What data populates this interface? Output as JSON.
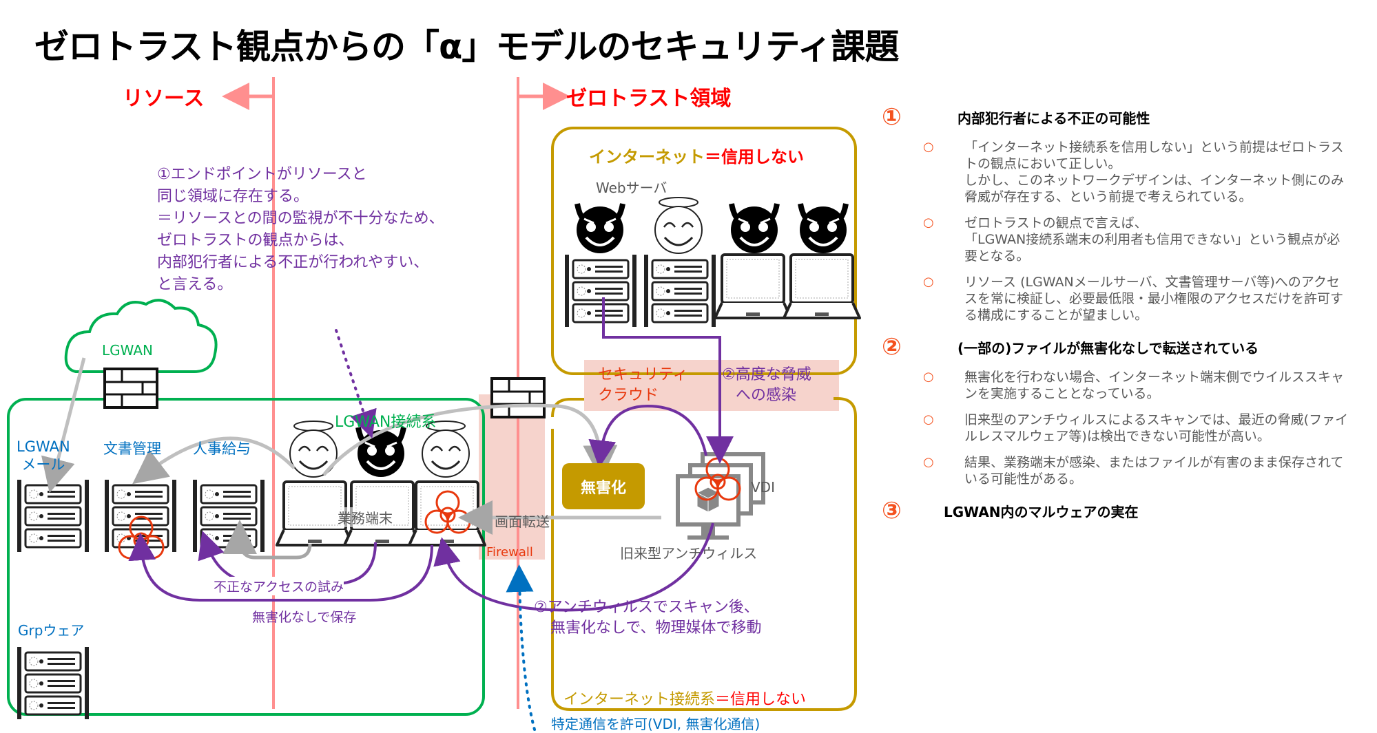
{
  "title": "ゼロトラスト観点からの「α」モデルのセキュリティ課題",
  "zones": {
    "resource": "リソース",
    "zero_trust": "ゼロトラスト領域"
  },
  "note_endpoint": [
    "①エンドポイントがリソースと",
    "同じ領域に存在する。",
    "＝リソースとの間の監視が不十分なため、",
    "ゼロトラストの観点からは、",
    "内部犯行者による不正が行われやすい、",
    "と言える。"
  ],
  "internet_box": {
    "title_left": "インターネット",
    "title_right": "＝信用しない",
    "web_server": "Webサーバ"
  },
  "security_cloud": {
    "label_line1": "セキュリティ",
    "label_line2": "クラウド",
    "threat_line1": "②高度な脅威",
    "threat_line2": "への感染"
  },
  "lgwan_cloud": "LGWAN",
  "lgwan_region": {
    "title": "LGWAN接続系",
    "servers": {
      "mail_line1": "LGWAN",
      "mail_line2": "メール",
      "docs": "文書管理",
      "hr": "人事給与",
      "groupware": "Grpウェア"
    },
    "terminal": "業務端末",
    "unauthorized_access": "不正なアクセスの試み",
    "saved_without_sanitize": "無害化なしで保存"
  },
  "firewall": "Firewall",
  "sanitize": "無害化",
  "vdi": "VDI",
  "legacy_av": "旧来型アンチウィルス",
  "screen_transfer": "画面転送",
  "note_av": [
    "②アンチウィルスでスキャン後、",
    "無害化なしで、物理媒体で移動"
  ],
  "internet_connected": {
    "left": "インターネット接続系",
    "right": "＝信用しない"
  },
  "allowed_comm": "特定通信を許可(VDI, 無害化通信)",
  "panel": {
    "sections": [
      {
        "num": "①",
        "title": "内部犯行者による不正の可能性",
        "bullets": [
          [
            "「インターネット接続系を信用しない」という前提はゼロトラストの観点において正しい。",
            "しかし、このネットワークデザインは、インターネット側にのみ脅威が存在する、という前提で考えられている。"
          ],
          [
            "ゼロトラストの観点で言えば、",
            "「LGWAN接続系端末の利用者も信用できない」という観点が必要となる。"
          ],
          [
            "リソース (LGWANメールサーバ、文書管理サーバ等)へのアクセスを常に検証し、必要最低限・最小権限のアクセスだけを許可する構成にすることが望ましい。"
          ]
        ]
      },
      {
        "num": "②",
        "title": "(一部の)ファイルが無害化なしで転送されている",
        "bullets": [
          [
            "無害化を行わない場合、インターネット端末側でウイルススキャンを実施することとなっている。"
          ],
          [
            "旧来型のアンチウィルスによるスキャンでは、最近の脅威(ファイルレスマルウェア等)は検出できない可能性が高い。"
          ],
          [
            "結果、業務端末が感染、またはファイルが有害のまま保存されている可能性がある。"
          ]
        ]
      },
      {
        "num": "③",
        "title": "LGWAN内のマルウェアの実在",
        "bullets": []
      }
    ],
    "bullet_glyph": "○"
  },
  "colors": {
    "zone_line": "#ff8f8f",
    "lgwan_green": "#00b050",
    "internet_gold": "#c59a00",
    "arrow_purple": "#7030a0",
    "arrow_gray": "#bfbfbf",
    "highlight_pink": "#f6d3cc",
    "accent_orange": "#f4511e",
    "biohazard": "#e8380d",
    "label_blue": "#0070c0"
  }
}
